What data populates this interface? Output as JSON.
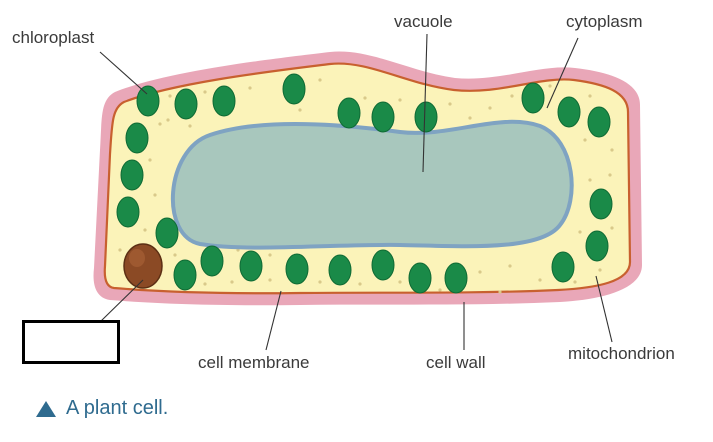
{
  "diagram": {
    "labels": {
      "chloroplast": "chloroplast",
      "vacuole": "vacuole",
      "cytoplasm": "cytoplasm",
      "cell_membrane": "cell membrane",
      "cell_wall": "cell wall",
      "mitochondrion": "mitochondrion"
    },
    "blank_label": "",
    "caption": "A plant cell."
  },
  "colors": {
    "cell_wall": "#e9a7b8",
    "cell_membrane": "#c8602f",
    "cytoplasm": "#fbf3b9",
    "vacuole": "#a8c7bd",
    "vacuole_edge": "#7fa3c2",
    "chloroplast": "#1a8a48",
    "nucleus": "#8b4a25",
    "leader_line": "#333333",
    "caption": "#2f6b8f"
  }
}
